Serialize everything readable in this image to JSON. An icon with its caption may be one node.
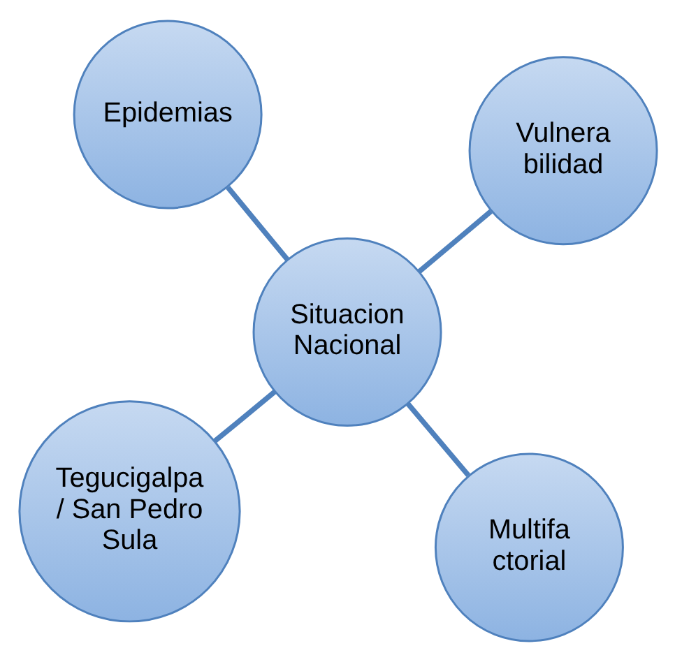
{
  "diagram": {
    "nodes": [
      {
        "text": [
          "Tegucigalpa / San Pedro Sula"
        ]
      },
      {
        "text": [
          "Multifa ctorial"
        ]
      },
      {
        "text": [
          "Situacion Nacional"
        ]
      },
      {
        "text": [
          "Epidemias"
        ]
      },
      {
        "text": [
          "Vulnera bilidad"
        ]
      }
    ],
    "edges": [
      {
        "from": 2,
        "to": 0,
        "arrow": "none"
      },
      {
        "from": 2,
        "to": 1,
        "arrow": "none"
      },
      {
        "from": 2,
        "to": 3,
        "arrow": "none"
      },
      {
        "from": 2,
        "to": 4,
        "arrow": "none"
      }
    ]
  }
}
